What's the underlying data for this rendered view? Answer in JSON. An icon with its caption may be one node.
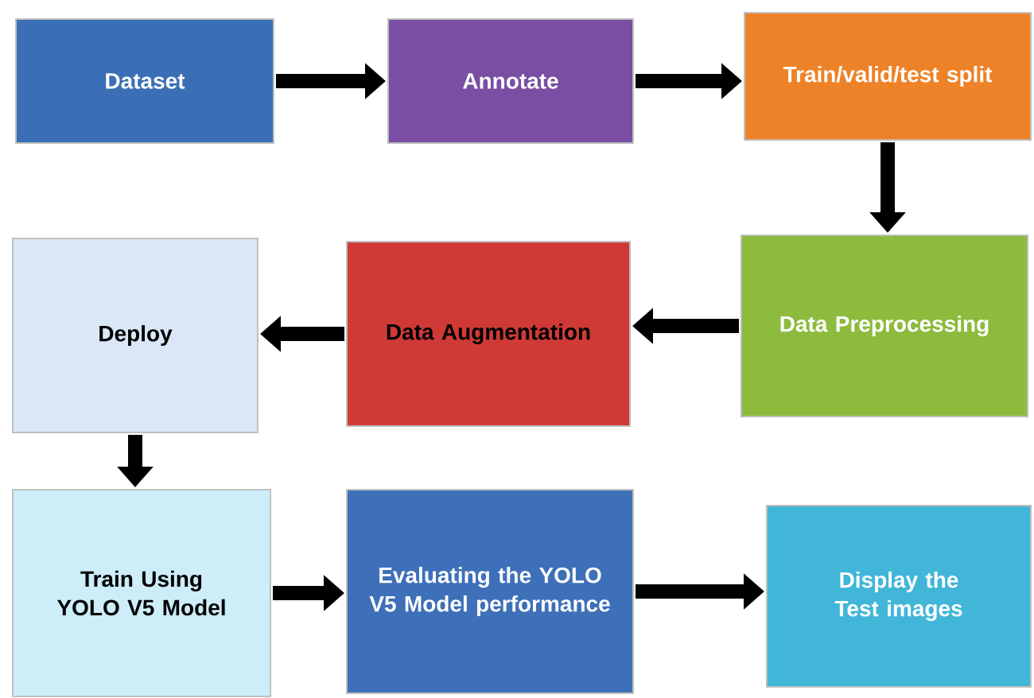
{
  "diagram": {
    "nodes": [
      {
        "text": [
          "Dataset"
        ]
      },
      {
        "text": [
          "Annotate"
        ]
      },
      {
        "text": [
          "Train/valid/test split"
        ]
      },
      {
        "text": [
          "Data Preprocessing"
        ]
      },
      {
        "text": [
          "Data Augmentation"
        ]
      },
      {
        "text": [
          "Deploy"
        ]
      },
      {
        "text": [
          "Train Using YOLO V5 Model"
        ]
      },
      {
        "text": [
          "Evaluating the YOLO V5 Model performance"
        ]
      },
      {
        "text": [
          "Display the Test images"
        ]
      }
    ],
    "edges": [
      {
        "from": 0,
        "to": 1,
        "arrow": "to"
      },
      {
        "from": 1,
        "to": 2,
        "arrow": "to"
      },
      {
        "from": 2,
        "to": 3,
        "arrow": "to"
      },
      {
        "from": 3,
        "to": 4,
        "arrow": "to"
      },
      {
        "from": 4,
        "to": 5,
        "arrow": "to"
      },
      {
        "from": 5,
        "to": 6,
        "arrow": "to"
      },
      {
        "from": 6,
        "to": 7,
        "arrow": "to"
      },
      {
        "from": 7,
        "to": 8,
        "arrow": "to"
      }
    ]
  }
}
